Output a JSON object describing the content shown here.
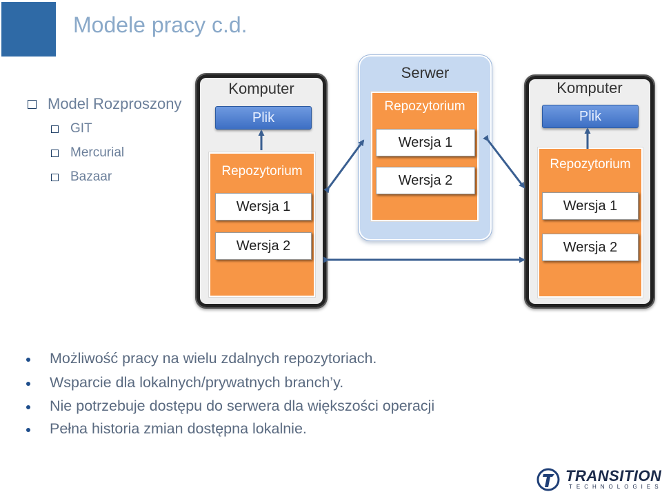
{
  "title": "Modele pracy c.d.",
  "left_list": {
    "header": "Model Rozproszony",
    "items": [
      "GIT",
      "Mercurial",
      "Bazaar"
    ]
  },
  "diagram": {
    "left_computer": {
      "title": "Komputer",
      "file": "Plik",
      "repo": "Repozytorium",
      "versions": [
        "Wersja 1",
        "Wersja 2"
      ]
    },
    "server": {
      "title": "Serwer",
      "repo": "Repozytorium",
      "versions": [
        "Wersja 1",
        "Wersja 2"
      ]
    },
    "right_computer": {
      "title": "Komputer",
      "file": "Plik",
      "repo": "Repozytorium",
      "versions": [
        "Wersja 1",
        "Wersja 2"
      ]
    }
  },
  "bullets": [
    "Możliwość pracy na wielu zdalnych repozytoriach.",
    "Wsparcie dla lokalnych/prywatnych branch’y.",
    "Nie potrzebuje dostępu do serwera dla większości operacji",
    "Pełna historia zmian dostępna lokalnie."
  ],
  "logo": {
    "name": "TRANSITION",
    "tagline": "TECHNOLOGIES",
    "icon": "transition-logo-icon"
  },
  "colors": {
    "accent_blue": "#2f6aa6",
    "title_text": "#8aa9c9",
    "repo_orange": "#f79646",
    "server_fill": "#c6d9f1",
    "arrow": "#3a5f91"
  }
}
